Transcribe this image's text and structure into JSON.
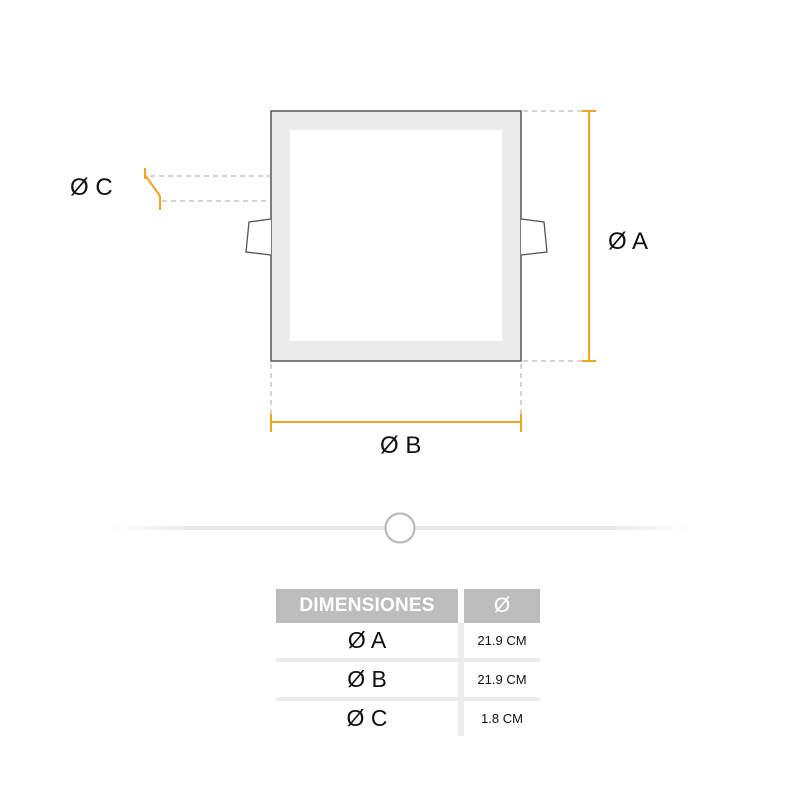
{
  "diagram": {
    "label_a": "Ø A",
    "label_b": "Ø B",
    "label_c": "Ø C",
    "accent_color": "#f0a324",
    "outline_color": "#555555"
  },
  "table": {
    "header_left": "DIMENSIONES",
    "header_right": "Ø",
    "rows": [
      {
        "label": "Ø A",
        "value": "21.9 CM"
      },
      {
        "label": "Ø B",
        "value": "21.9 CM"
      },
      {
        "label": "Ø C",
        "value": "1.8 CM"
      }
    ]
  }
}
